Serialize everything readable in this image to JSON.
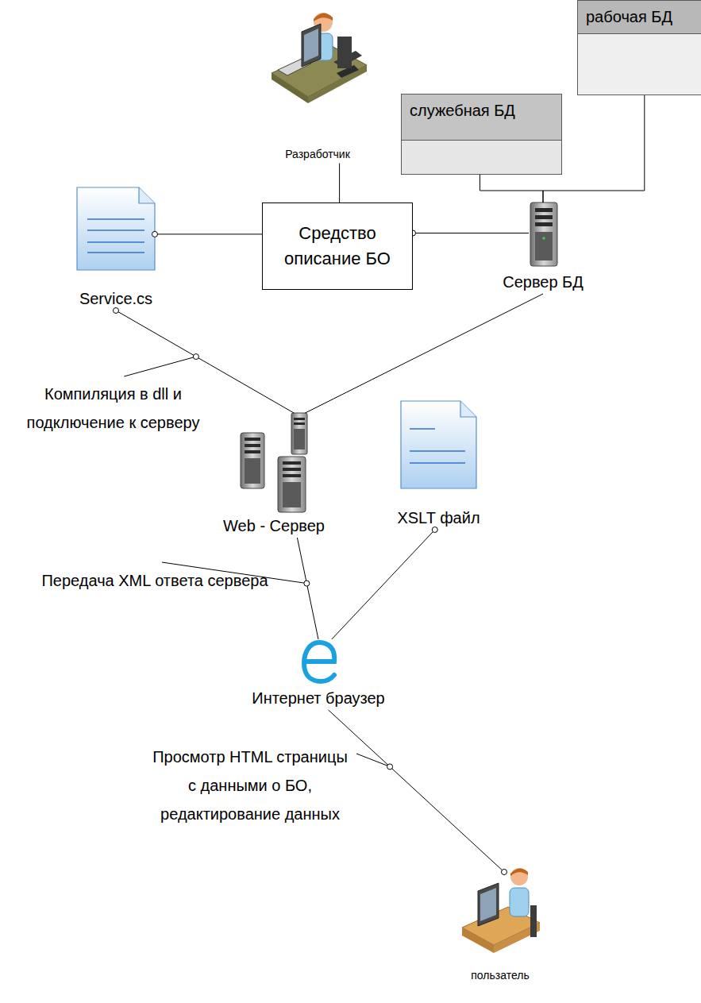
{
  "diagram": {
    "nodes": [
      {
        "text": [
          "рабочая БД"
        ]
      },
      {
        "text": [
          "служебная БД"
        ]
      },
      {
        "text": [
          "Разработчик"
        ]
      },
      {
        "text": [
          "Service.cs"
        ]
      },
      {
        "text": [
          "Средство описание БО"
        ]
      },
      {
        "text": [
          "Сервер БД"
        ]
      },
      {
        "text": [
          "Web - Сервер"
        ]
      },
      {
        "text": [
          "XSLT файл"
        ]
      },
      {
        "text": [
          "Интернет браузер"
        ]
      },
      {
        "text": [
          "пользатель"
        ]
      }
    ],
    "edges": [
      {
        "from": 1,
        "to": 5,
        "arrow": "none"
      },
      {
        "from": 0,
        "to": 5,
        "arrow": "none"
      },
      {
        "from": 2,
        "to": 4,
        "arrow": "none"
      },
      {
        "from": 3,
        "to": 4,
        "arrow": "none"
      },
      {
        "from": 4,
        "to": 5,
        "arrow": "none"
      },
      {
        "from": 3,
        "to": 6,
        "label": "Компиляция в dll и подключение к серверу",
        "arrow": "none"
      },
      {
        "from": 5,
        "to": 6,
        "arrow": "none"
      },
      {
        "from": 6,
        "to": 8,
        "label": "Передача XML ответа сервера",
        "arrow": "none"
      },
      {
        "from": 7,
        "to": 8,
        "arrow": "none"
      },
      {
        "from": 8,
        "to": 9,
        "label": "Просмотр HTML страницы с данными о БО, редактирование данных",
        "arrow": "none"
      }
    ]
  }
}
